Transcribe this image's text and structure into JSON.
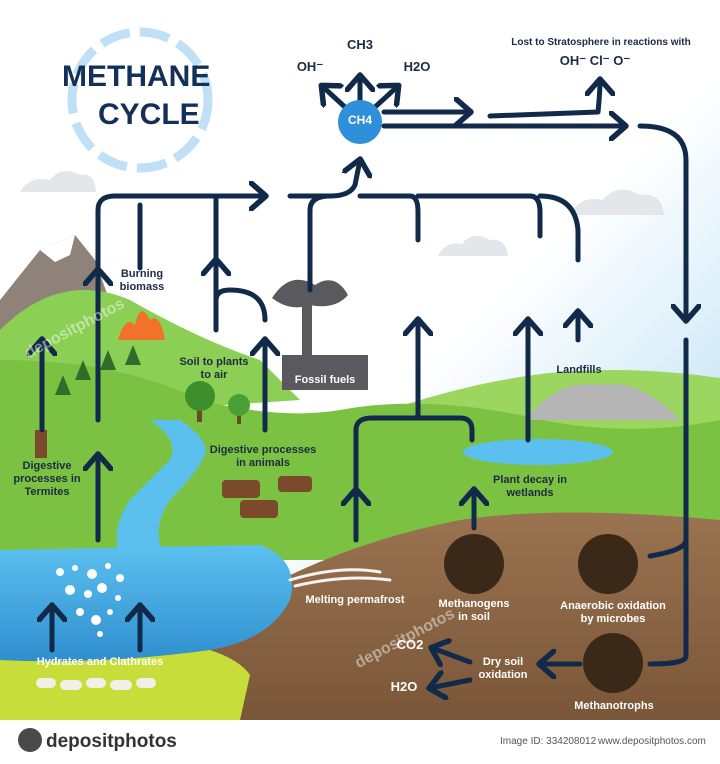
{
  "title": {
    "line1": "METHANE",
    "line2": "CYCLE"
  },
  "center": {
    "formula": "CH4"
  },
  "top_products": {
    "oh": "OH⁻",
    "ch3": "CH3",
    "h2o": "H2O"
  },
  "stratosphere": {
    "text": "Lost to Stratosphere in reactions with",
    "ions": "OH⁻  Cl⁻  O⁻"
  },
  "sources": {
    "burning": "Burning\nbiomass",
    "soil_plants": "Soil to plants\nto air",
    "fossil": "Fossil fuels",
    "landfills": "Landfills",
    "animals": "Digestive processes\nin animals",
    "termites": "Digestive\nprocesses in\nTermites",
    "wetlands": "Plant decay in\nwetlands",
    "permafrost": "Melting permafrost",
    "methanogens": "Methanogens\nin soil",
    "anaerobic": "Anaerobic oxidation\nby microbes",
    "dry_soil": "Dry soil\noxidation",
    "methanotrophs": "Methanotrophs",
    "hydrates": "Hydrates and Clathrates"
  },
  "sinks": {
    "co2": "CO2",
    "h2o": "H2O"
  },
  "footer": {
    "brand": "depositphotos",
    "image_id": "Image ID: 334208012",
    "url": "www.depositphotos.com"
  },
  "watermark": "depositphotos",
  "colors": {
    "arrow": "#122a4a",
    "ch4_circle": "#2f8fd8",
    "sky": "#bfe3f5",
    "grass": "#7cc242",
    "soil": "#8a6542",
    "water": "#49aee0"
  }
}
